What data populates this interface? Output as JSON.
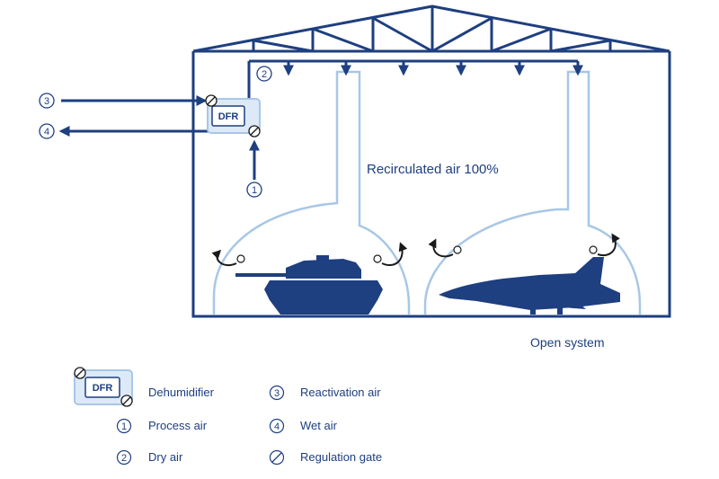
{
  "colors": {
    "navy": "#1e3f80",
    "light_blue": "#a8c7e6",
    "box_fill": "#dde9f7",
    "black": "#1a1a1a"
  },
  "labels": {
    "recirculated": "Recirculated air 100%",
    "system": "Open system",
    "dfr": "DFR",
    "n1": "1",
    "n2": "2",
    "n3": "3",
    "n4": "4"
  },
  "legend": {
    "dehumidifier": "Dehumidifier",
    "process_air": "Process air",
    "dry_air": "Dry air",
    "reactivation_air": "Reactivation air",
    "wet_air": "Wet air",
    "regulation_gate": "Regulation gate",
    "n1": "1",
    "n2": "2",
    "n3": "3",
    "n4": "4",
    "dfr": "DFR"
  },
  "icons": {
    "gate": "regulation-gate-icon",
    "tank": "tank-silhouette-icon",
    "jet": "jet-silhouette-icon"
  }
}
